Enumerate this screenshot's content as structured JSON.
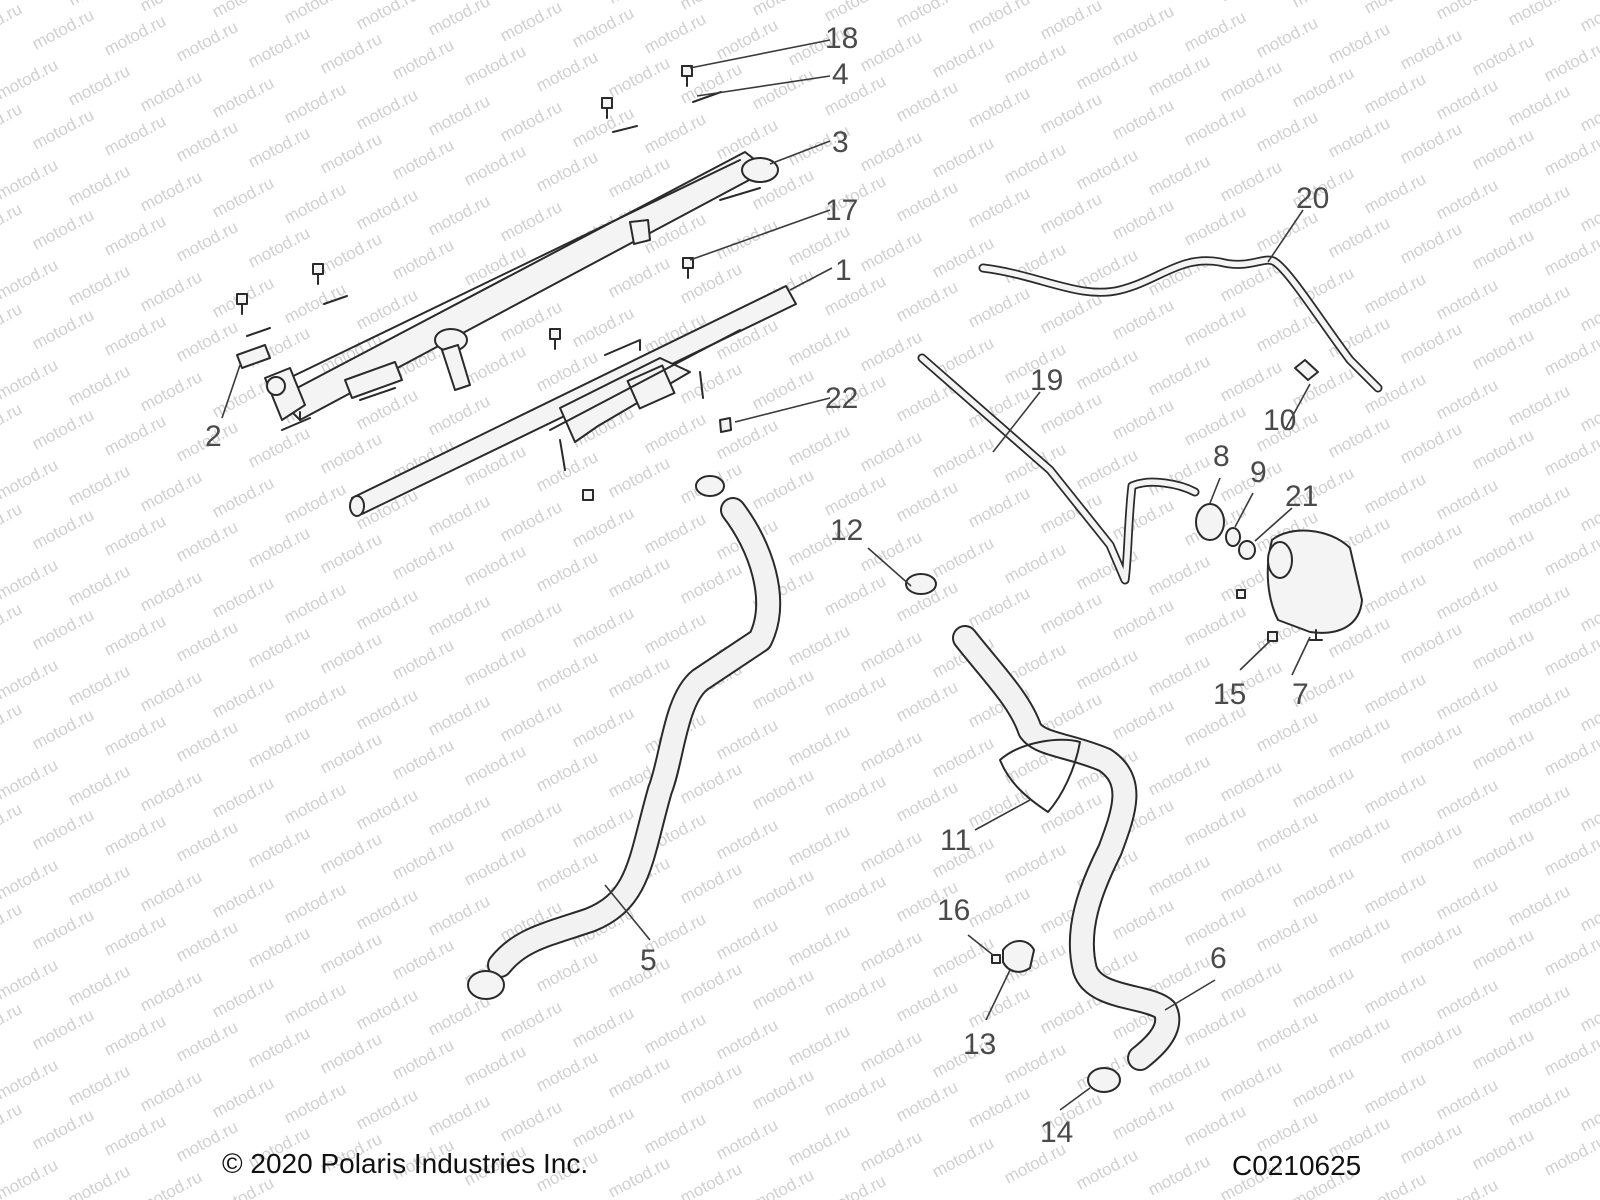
{
  "watermark": {
    "text": "motod.ru"
  },
  "callouts": [
    {
      "label": "18"
    },
    {
      "label": "4"
    },
    {
      "label": "3"
    },
    {
      "label": "17"
    },
    {
      "label": "1"
    },
    {
      "label": "2"
    },
    {
      "label": "22"
    },
    {
      "label": "20"
    },
    {
      "label": "19"
    },
    {
      "label": "10"
    },
    {
      "label": "8"
    },
    {
      "label": "9"
    },
    {
      "label": "21"
    },
    {
      "label": "12"
    },
    {
      "label": "15"
    },
    {
      "label": "7"
    },
    {
      "label": "11"
    },
    {
      "label": "16"
    },
    {
      "label": "5"
    },
    {
      "label": "6"
    },
    {
      "label": "13"
    },
    {
      "label": "14"
    }
  ],
  "footer": {
    "copyright": "© 2020 Polaris Industries Inc.",
    "figure_code": "C0210625"
  },
  "colors": {
    "line": "#2a2a2a",
    "callout_text": "#4a4a4a",
    "watermark": "#d0d0d0",
    "part_fill": "#f4f4f4"
  }
}
